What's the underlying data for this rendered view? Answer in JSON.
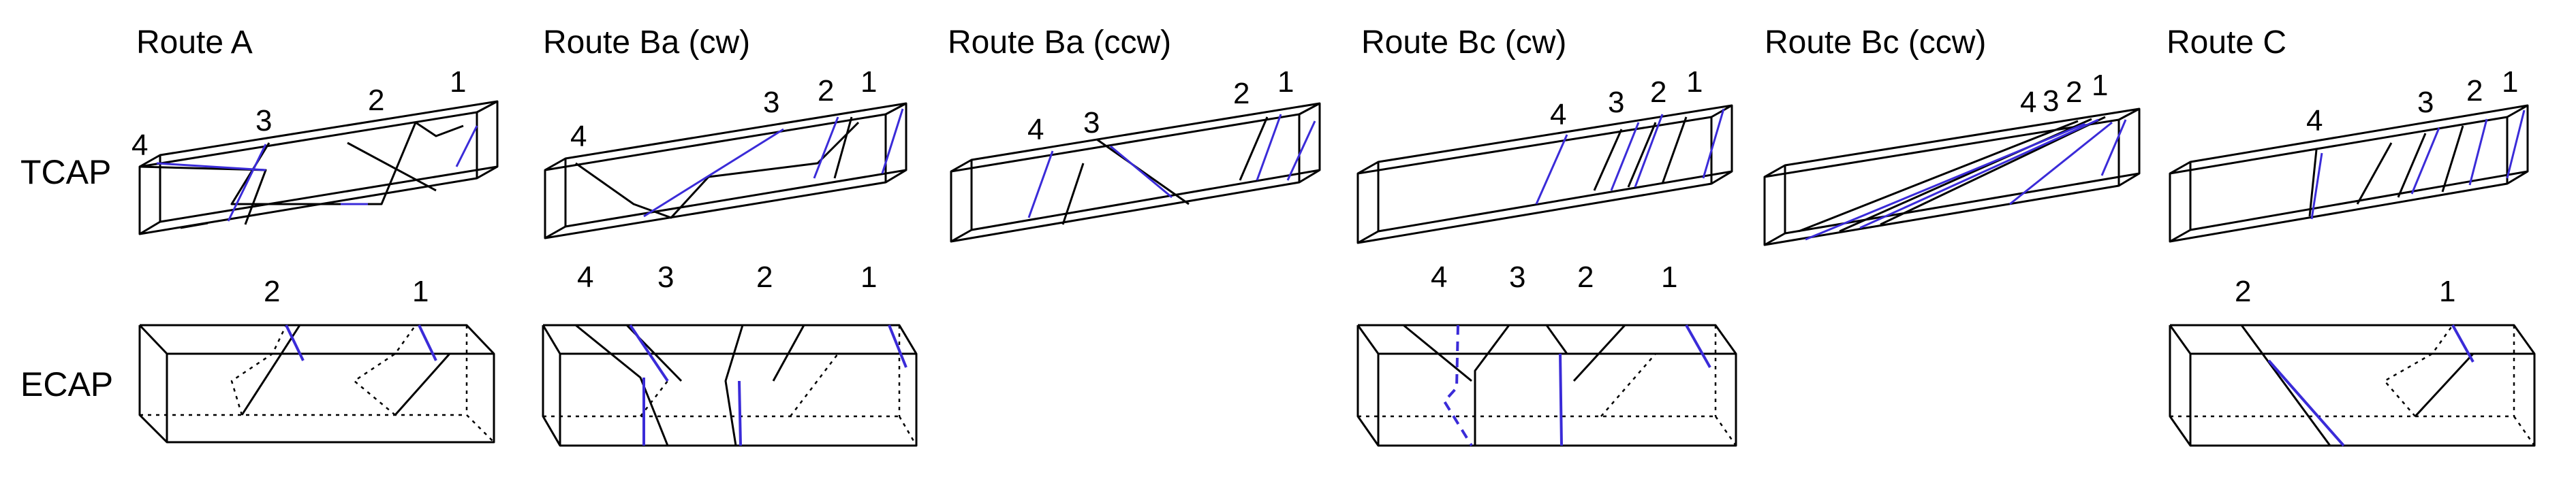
{
  "routes": [
    {
      "title": "Route A",
      "tcap_numbers": [
        "4",
        "3",
        "2",
        "1"
      ],
      "ecap_numbers": [
        "2",
        "1"
      ]
    },
    {
      "title": "Route Ba (cw)",
      "tcap_numbers": [
        "4",
        "3",
        "2",
        "1"
      ],
      "ecap_numbers": [
        "4",
        "3",
        "2",
        "1"
      ]
    },
    {
      "title": "Route Ba (ccw)",
      "tcap_numbers": [
        "4",
        "3",
        "2",
        "1"
      ],
      "ecap_numbers": []
    },
    {
      "title": "Route Bc (cw)",
      "tcap_numbers": [
        "4",
        "3",
        "2",
        "1"
      ],
      "ecap_numbers": [
        "4",
        "3",
        "2",
        "1"
      ]
    },
    {
      "title": "Route Bc (ccw)",
      "tcap_numbers": [
        "4",
        "3",
        "2",
        "1"
      ],
      "ecap_numbers": []
    },
    {
      "title": "Route C",
      "tcap_numbers": [
        "4",
        "3",
        "2",
        "1"
      ],
      "ecap_numbers": [
        "2",
        "1"
      ]
    }
  ],
  "row_labels": {
    "tcap": "TCAP",
    "ecap": "ECAP"
  },
  "colors": {
    "outline": "#000000",
    "highlight": "#3a2bd8"
  }
}
